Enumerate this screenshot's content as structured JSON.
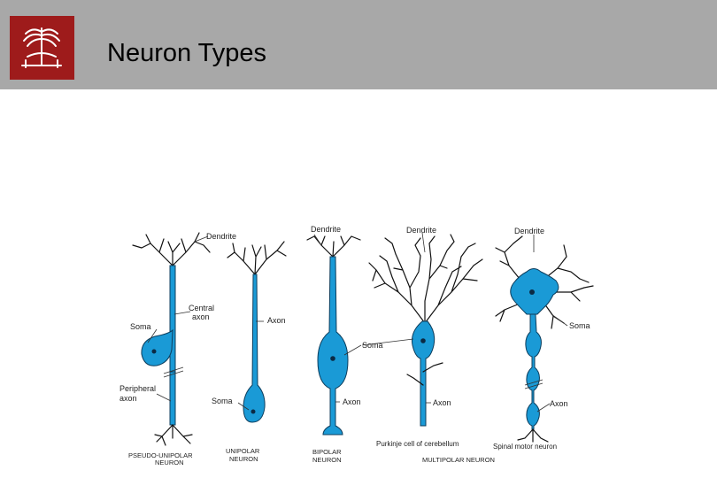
{
  "header": {
    "title": "Neuron Types"
  },
  "colors": {
    "header_bg": "#a8a8a8",
    "logo_bg": "#9e1b1b",
    "cell_fill": "#1a9ad6"
  },
  "figure": {
    "labels": {
      "pseudo_dendrite": "Dendrite",
      "central_axon_1": "Central",
      "central_axon_2": "axon",
      "pseudo_soma": "Soma",
      "peripheral_1": "Peripheral",
      "peripheral_2": "axon",
      "uni_axon": "Axon",
      "uni_soma": "Soma",
      "bi_dendrite": "Dendrite",
      "bi_soma": "Soma",
      "bi_axon": "Axon",
      "purk_dendrite": "Dendrite",
      "purk_axon": "Axon",
      "purk_caption": "Purkinje cell of cerebellum",
      "multi_dendrite": "Dendrite",
      "multi_soma": "Soma",
      "multi_axon": "Axon",
      "motor_caption": "Spinal motor neuron"
    },
    "type_captions": {
      "pseudo_1": "PSEUDO-UNIPOLAR",
      "pseudo_2": "NEURON",
      "uni_1": "UNIPOLAR",
      "uni_2": "NEURON",
      "bi_1": "BIPOLAR",
      "bi_2": "NEURON",
      "multi": "MULTIPOLAR NEURON"
    }
  }
}
